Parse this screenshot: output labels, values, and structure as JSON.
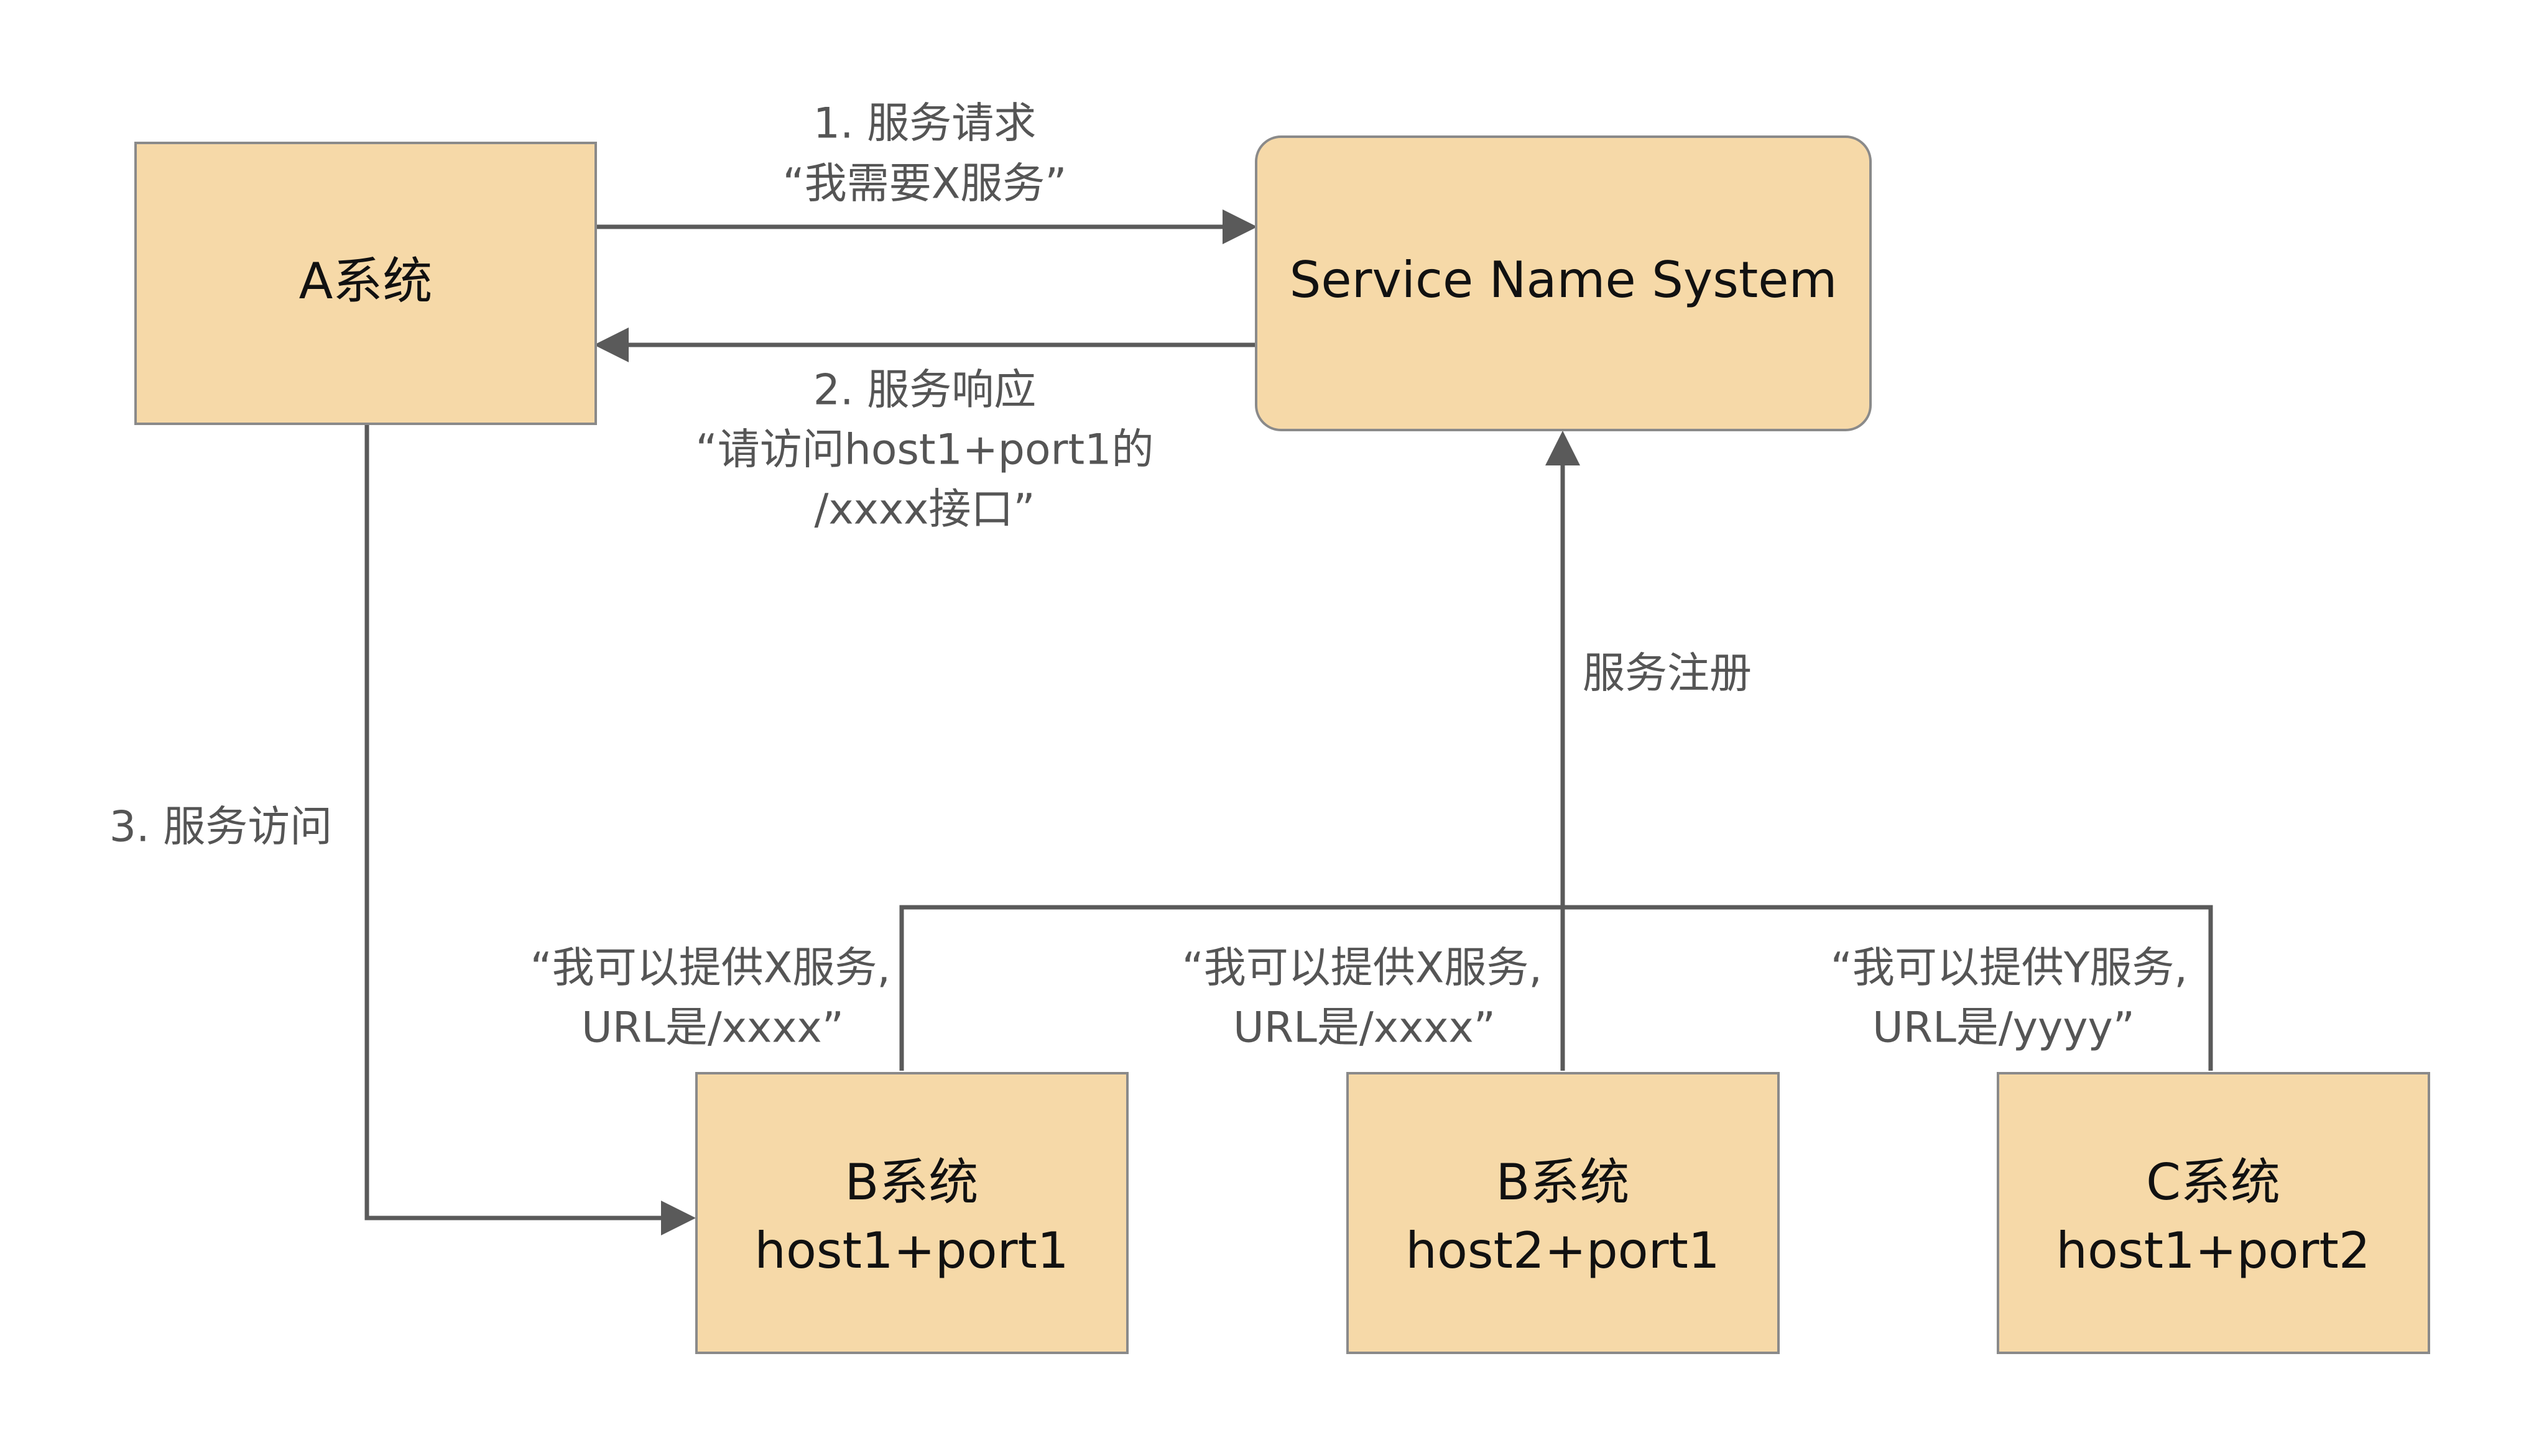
{
  "nodes": {
    "system_a": {
      "label": "A系统"
    },
    "sns": {
      "label": "Service Name System"
    },
    "b1": {
      "line1": "B系统",
      "line2": "host1+port1"
    },
    "b2": {
      "line1": "B系统",
      "line2": "host2+port1"
    },
    "c1": {
      "line1": "C系统",
      "line2": "host1+port2"
    }
  },
  "edges": {
    "request": {
      "line1": "1. 服务请求",
      "line2": "“我需要X服务”"
    },
    "response": {
      "line1": "2. 服务响应",
      "line2": "“请访问host1+port1的",
      "line3": "/xxxx接口”"
    },
    "access": {
      "label": "3. 服务访问"
    },
    "register": {
      "label": "服务注册"
    },
    "b1_offer": {
      "line1": "“我可以提供X服务,",
      "line2": "URL是/xxxx”"
    },
    "b2_offer": {
      "line1": "“我可以提供X服务,",
      "line2": "URL是/xxxx”"
    },
    "c1_offer": {
      "line1": "“我可以提供Y服务,",
      "line2": "URL是/yyyy”"
    }
  },
  "colors": {
    "node_fill": "#F6D9A8",
    "node_border": "#8A8A8A",
    "arrow": "#5A5A5A",
    "label_text": "#555555",
    "node_text": "#111111"
  }
}
